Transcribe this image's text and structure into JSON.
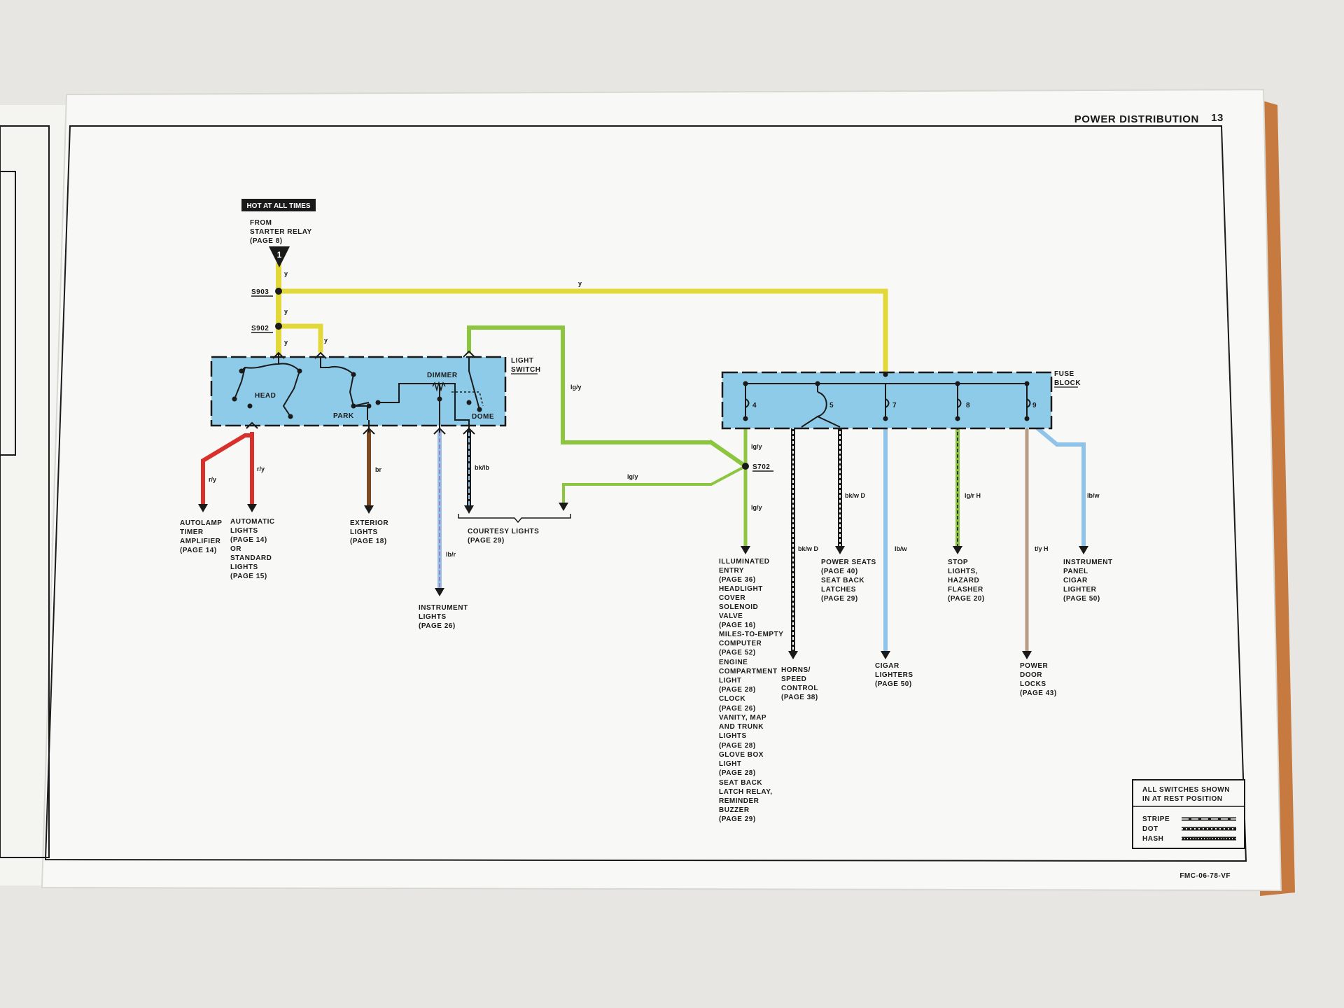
{
  "header": {
    "title": "POWER DISTRIBUTION",
    "page_number": "13"
  },
  "footer_code": "FMC-06-78-VF",
  "source": {
    "badge": "HOT AT ALL TIMES",
    "from_lines": [
      "FROM",
      "STARTER RELAY",
      "(PAGE 8)"
    ],
    "connector": "1"
  },
  "splices": {
    "s903": "S903",
    "s902": "S902",
    "s702": "S702"
  },
  "light_switch": {
    "label_lines": [
      "LIGHT",
      "SWITCH"
    ],
    "head": "HEAD",
    "park": "PARK",
    "dimmer": "DIMMER",
    "dome": "DOME"
  },
  "fuse_block": {
    "label_lines": [
      "FUSE",
      "BLOCK"
    ],
    "fuses": [
      "4",
      "5",
      "7",
      "8",
      "9"
    ]
  },
  "wire_codes": {
    "y_main": "y",
    "y_1": "y",
    "y_2": "y",
    "y_3": "y",
    "r_y_1": "r/y",
    "r_y_2": "r/y",
    "br": "br",
    "lb_r": "lb/r",
    "bk_lb": "bk/lb",
    "lg_y_1": "lg/y",
    "lg_y_2": "lg/y",
    "lg_y_3": "lg/y",
    "lg_y_4": "lg/y",
    "bk_w_d_1": "bk/w D",
    "bk_w_d_2": "bk/w D",
    "lb_w_1": "lb/w",
    "lb_w_2": "lb/w",
    "lg_r_h": "lg/r H",
    "t_y_h": "t/y H"
  },
  "destinations": {
    "autolamp": [
      "AUTOLAMP",
      "TIMER",
      "AMPLIFIER",
      "(PAGE 14)"
    ],
    "automatic": [
      "AUTOMATIC",
      "LIGHTS",
      "(PAGE 14)",
      "OR",
      "STANDARD",
      "LIGHTS",
      "(PAGE 15)"
    ],
    "exterior": [
      "EXTERIOR",
      "LIGHTS",
      "(PAGE 18)"
    ],
    "instrument": [
      "INSTRUMENT",
      "LIGHTS",
      "(PAGE 26)"
    ],
    "courtesy": [
      "COURTESY LIGHTS",
      "(PAGE 29)"
    ],
    "illuminated": [
      "ILLUMINATED",
      "ENTRY",
      "(PAGE 36)",
      "HEADLIGHT",
      "COVER",
      "SOLENOID",
      "VALVE",
      "(PAGE 16)",
      "MILES-TO-EMPTY",
      "COMPUTER",
      "(PAGE 52)",
      "ENGINE",
      "COMPARTMENT",
      "LIGHT",
      "(PAGE 28)",
      "CLOCK",
      "(PAGE 26)",
      "VANITY, MAP",
      "AND TRUNK",
      "LIGHTS",
      "(PAGE 28)",
      "GLOVE BOX",
      "LIGHT",
      "(PAGE 28)",
      "SEAT BACK",
      "LATCH RELAY,",
      "REMINDER",
      "BUZZER",
      "(PAGE 29)"
    ],
    "horns": [
      "HORNS/",
      "SPEED",
      "CONTROL",
      "(PAGE 38)"
    ],
    "power_seats": [
      "POWER SEATS",
      "(PAGE 40)",
      "SEAT BACK",
      "LATCHES",
      "(PAGE 29)"
    ],
    "cigar": [
      "CIGAR",
      "LIGHTERS",
      "(PAGE 50)"
    ],
    "stop": [
      "STOP",
      "LIGHTS,",
      "HAZARD",
      "FLASHER",
      "(PAGE 20)"
    ],
    "door_locks": [
      "POWER",
      "DOOR",
      "LOCKS",
      "(PAGE 43)"
    ],
    "panel_lighter": [
      "INSTRUMENT",
      "PANEL",
      "CIGAR",
      "LIGHTER",
      "(PAGE 50)"
    ]
  },
  "legend": {
    "note_lines": [
      "ALL SWITCHES SHOWN",
      "IN AT REST POSITION"
    ],
    "items": [
      "STRIPE",
      "DOT",
      "HASH"
    ]
  },
  "colors": {
    "yellow": "#e3d83a",
    "green": "#8cc63f",
    "red": "#d8312b",
    "brown": "#7b4a22",
    "light_blue": "#8fc3ea",
    "black": "#1c1c1c",
    "tan": "#b89c86",
    "component_fill": "#8ecbe8",
    "paper": "#f8f8f6"
  }
}
